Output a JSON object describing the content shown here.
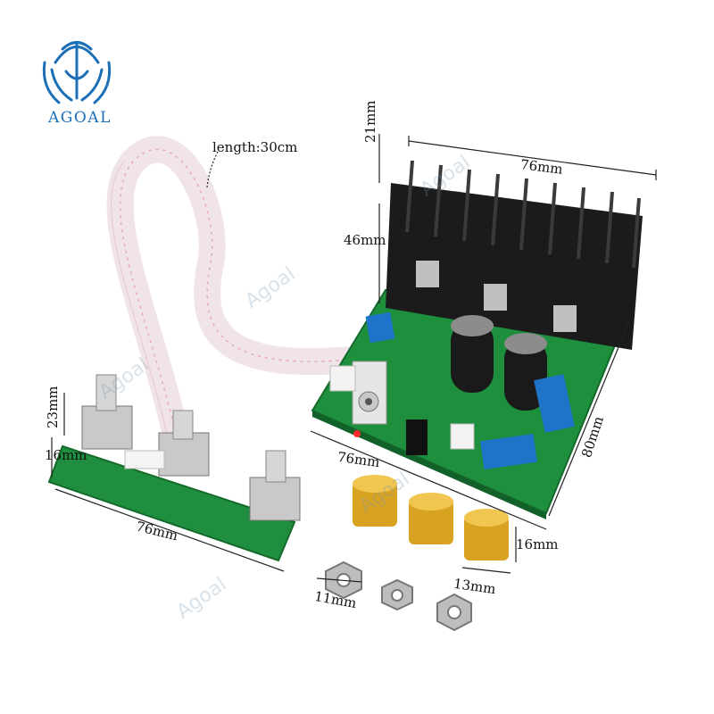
{
  "brand": {
    "name": "AGOAL",
    "color": "#1c6fb7"
  },
  "watermark": "Agoal",
  "labels": {
    "cable_length": "length:30cm",
    "heatsink_height": "21mm",
    "heatsink_width": "76mm",
    "board_height": "46mm",
    "board_width": "76mm",
    "board_depth": "80mm",
    "pot_height": "23mm",
    "pot_board_height": "16mm",
    "pot_board_width": "76mm",
    "knob_height": "16mm",
    "knob_diameter": "13mm",
    "nut_size": "11mm"
  },
  "colors": {
    "pcb": "#1e8f3c",
    "heatsink": "#1b1b1b",
    "knob": "#d9a322",
    "cable": "#f3e8ea",
    "terminal": "#1f73c8"
  }
}
